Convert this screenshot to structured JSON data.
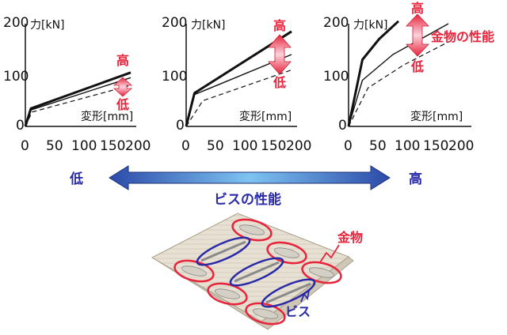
{
  "chart_data": [
    {
      "type": "line",
      "title": "",
      "ylabel": "力[kN]",
      "xlabel": "変形[mm]",
      "xlim": [
        0,
        200
      ],
      "ylim": [
        0,
        200
      ],
      "x_ticks": [
        "0",
        "50",
        "100",
        "150",
        "200"
      ],
      "y_ticks": [
        "0",
        "100",
        "200"
      ],
      "series": [
        {
          "style": "thick",
          "points": [
            [
              0,
              0
            ],
            [
              10,
              35
            ],
            [
              190,
              105
            ]
          ]
        },
        {
          "style": "thin",
          "points": [
            [
              0,
              0
            ],
            [
              10,
              32
            ],
            [
              190,
              95
            ]
          ]
        },
        {
          "style": "dashed",
          "points": [
            [
              0,
              0
            ],
            [
              12,
              28
            ],
            [
              190,
              80
            ]
          ]
        }
      ],
      "annotations": {
        "high": "高",
        "low": "低"
      }
    },
    {
      "type": "line",
      "title": "",
      "ylabel": "力[kN]",
      "xlabel": "変形[mm]",
      "xlim": [
        0,
        200
      ],
      "ylim": [
        0,
        200
      ],
      "x_ticks": [
        "0",
        "50",
        "100",
        "150",
        "200"
      ],
      "y_ticks": [
        "0",
        "100",
        "200"
      ],
      "series": [
        {
          "style": "thick",
          "points": [
            [
              0,
              0
            ],
            [
              15,
              65
            ],
            [
              190,
              185
            ]
          ]
        },
        {
          "style": "thin",
          "points": [
            [
              0,
              0
            ],
            [
              15,
              62
            ],
            [
              190,
              140
            ]
          ]
        },
        {
          "style": "dashed",
          "points": [
            [
              0,
              0
            ],
            [
              30,
              50
            ],
            [
              190,
              110
            ]
          ]
        }
      ],
      "annotations": {
        "high": "高",
        "low": "低"
      }
    },
    {
      "type": "line",
      "title": "",
      "ylabel": "力[kN]",
      "xlabel": "変形[mm]",
      "xlim": [
        0,
        200
      ],
      "ylim": [
        0,
        200
      ],
      "x_ticks": [
        "0",
        "50",
        "100",
        "150",
        "200"
      ],
      "y_ticks": [
        "0",
        "100",
        "200"
      ],
      "series": [
        {
          "style": "thick",
          "points": [
            [
              0,
              0
            ],
            [
              25,
              130
            ],
            [
              55,
              170
            ],
            [
              90,
              205
            ]
          ]
        },
        {
          "style": "thin",
          "points": [
            [
              0,
              0
            ],
            [
              25,
              90
            ],
            [
              80,
              140
            ],
            [
              180,
              200
            ]
          ]
        },
        {
          "style": "dashed",
          "points": [
            [
              0,
              0
            ],
            [
              35,
              75
            ],
            [
              100,
              120
            ],
            [
              190,
              170
            ]
          ]
        }
      ],
      "annotations": {
        "high": "高",
        "low": "低",
        "label": "金物の性能"
      }
    }
  ],
  "screw_axis": {
    "left": "低",
    "right": "高",
    "label": "ビスの性能"
  },
  "illustration": {
    "metal_label": "金物",
    "screw_label": "ビス"
  },
  "colors": {
    "red": "#e8243c",
    "blue": "#2a2aa8",
    "arrowPink": "#f08aa0"
  }
}
